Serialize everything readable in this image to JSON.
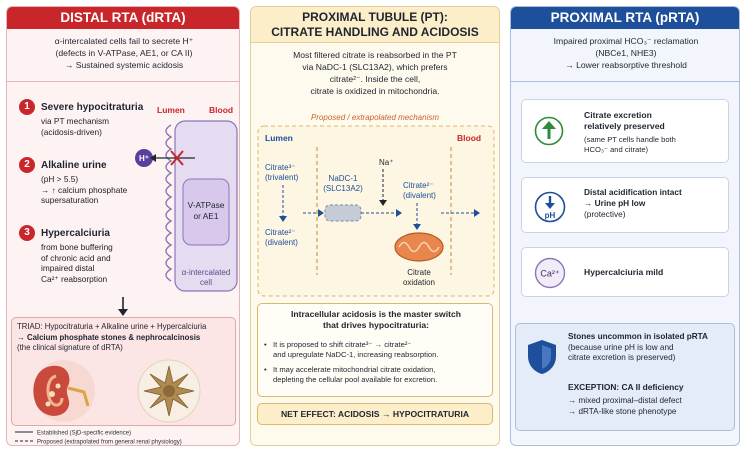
{
  "distal": {
    "title": "DISTAL RTA (dRTA)",
    "intro": [
      "α-intercalated cells fail to secrete H⁺",
      "(defects in V-ATPase, AE1, or CA II)",
      "→ Sustained systemic acidosis"
    ],
    "lumen_label": "Lumen",
    "blood_label": "Blood",
    "h_ion": "H⁺",
    "pump_label": [
      "V-ATPase",
      "or AE1"
    ],
    "cell_label": [
      "α-intercalated",
      "cell"
    ],
    "items": [
      {
        "num": "1",
        "title": "Severe hypocitraturia",
        "body": [
          "via PT mechanism",
          "(acidosis-driven)"
        ]
      },
      {
        "num": "2",
        "title": "Alkaline urine",
        "body": [
          "(pH > 5.5)",
          "→ ↑ calcium phosphate",
          "supersaturation"
        ]
      },
      {
        "num": "3",
        "title": "Hypercalciuria",
        "body": [
          "from bone buffering",
          "of chronic acid and",
          "impaired distal",
          "Ca²⁺ reabsorption"
        ]
      }
    ],
    "triad": [
      "TRIAD: Hypocitraturia + Alkaline urine + Hypercalciuria",
      "→ Calcium phosphate stones & nephrocalcinosis",
      "(the clinical signature of dRTA)"
    ],
    "legend": {
      "solid": "Established (SjD-specific evidence)",
      "dashed": "Proposed (extrapolated from general renal physiology)"
    }
  },
  "proximal_tubule": {
    "title": [
      "PROXIMAL TUBULE (PT):",
      "CITRATE HANDLING AND ACIDOSIS"
    ],
    "intro": [
      "Most filtered citrate is reabsorbed in the PT",
      "via NaDC-1 (SLC13A2), which prefers",
      "citrate²⁻.  Inside the cell,",
      "citrate is oxidized in mitochondria."
    ],
    "proposed_label": "Proposed / extrapolated mechanism",
    "lumen_label": "Lumen",
    "blood_label": "Blood",
    "citrate3": [
      "Citrate³⁻",
      "(trivalent)"
    ],
    "citrate2_lumen": [
      "Citrate²⁻",
      "(divalent)"
    ],
    "nadc": [
      "NaDC-1",
      "(SLC13A2)"
    ],
    "na": "Na⁺",
    "citrate2_cell": [
      "Citrate²⁻",
      "(divalent)"
    ],
    "oxidation": [
      "Citrate",
      "oxidation"
    ],
    "switch_title": [
      "Intracellular acidosis is the master switch",
      "that drives hypocitraturia:"
    ],
    "bullets": [
      [
        "It is proposed to shift citrate³⁻ → citrate²⁻",
        "and upregulate NaDC-1, increasing reabsorption."
      ],
      [
        "It may accelerate mitochondrial citrate oxidation,",
        "depleting the cellular pool available for excretion."
      ]
    ],
    "net_effect": "NET EFFECT: ACIDOSIS → HYPOCITRATURIA"
  },
  "proximal_rta": {
    "title": "PROXIMAL RTA (pRTA)",
    "intro": [
      "Impaired proximal HCO₃⁻ reclamation",
      "(NBCe1, NHE3)",
      "→ Lower reabsorptive threshold"
    ],
    "cards": [
      {
        "title": [
          "Citrate excretion",
          "relatively preserved"
        ],
        "body": [
          "(same PT cells handle both",
          "HCO₃⁻ and citrate)"
        ]
      },
      {
        "title": [
          "Distal acidification intact",
          "→ Urine pH low",
          "(protective)"
        ],
        "body": []
      },
      {
        "title": [
          "Hypercalciuria mild"
        ],
        "body": []
      }
    ],
    "ph_label": "pH",
    "ca_label": "Ca²⁺",
    "stones": [
      "Stones uncommon in isolated pRTA",
      "(because urine pH is low and",
      "citrate excretion is preserved)"
    ],
    "exception_title": "EXCEPTION: CA II deficiency",
    "exception_body": [
      "→ mixed proximal–distal defect",
      "→ dRTA-like stone phenotype"
    ]
  },
  "colors": {
    "red": "#c8262b",
    "blue": "#1e4f9b",
    "gold": "#e3cf98",
    "green": "#2e8b3a",
    "lavender": "#e6dcf2"
  }
}
